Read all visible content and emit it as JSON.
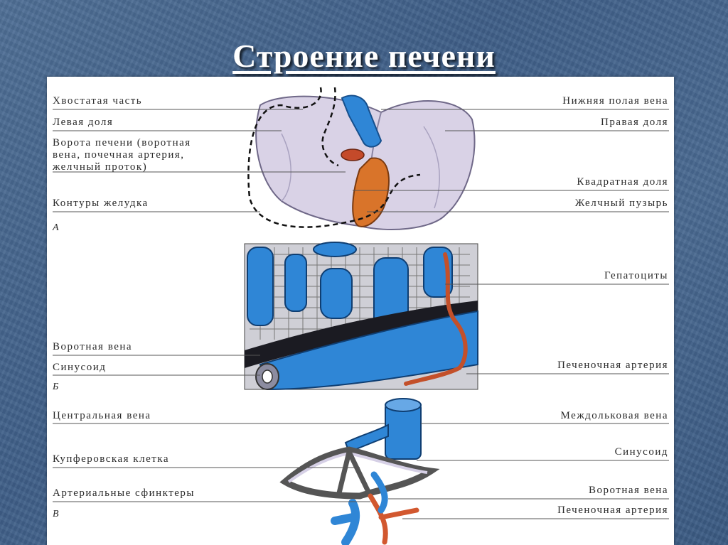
{
  "title": "Строение печени",
  "panel_a": {
    "letter": "А",
    "left_labels": [
      "Хвостатая часть",
      "Левая доля",
      "Ворота печени (воротная\nвена, почечная артерия,\nжелчный проток)",
      "Контуры желудка"
    ],
    "right_labels": [
      "Нижняя полая вена",
      "Правая доля",
      "Квадратная доля",
      "Желчный пузырь"
    ]
  },
  "panel_b": {
    "letter": "Б",
    "left_labels": [
      "Воротная вена",
      "Синусоид"
    ],
    "right_labels": [
      "Гепатоциты",
      "Печеночная артерия"
    ]
  },
  "panel_c": {
    "letter": "В",
    "left_labels": [
      "Центральная вена",
      "Купферовская клетка",
      "Артериальные сфинктеры"
    ],
    "right_labels": [
      "Междольковая вена",
      "Синусоид",
      "Воротная вена",
      "Печеночная артерия"
    ]
  },
  "colors": {
    "vein": "#2f86d6",
    "artery": "#d2582f",
    "liver": "#d9d2e6",
    "gallbladder": "#d9742a"
  }
}
